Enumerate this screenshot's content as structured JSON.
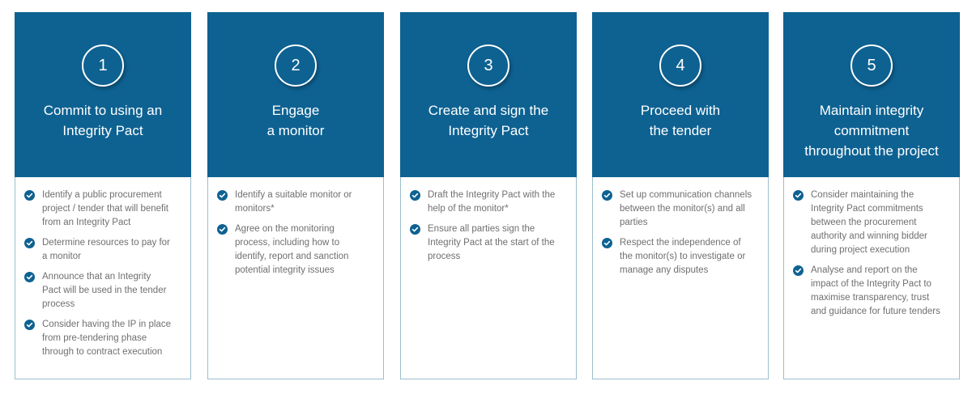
{
  "colors": {
    "header_bg": "#0e6292",
    "border": "#9dbfcc",
    "body_text": "#6f6f6f",
    "check_icon": "#0e6292"
  },
  "steps": [
    {
      "number": "1",
      "title_lines": [
        "Commit to using an",
        "Integrity Pact"
      ],
      "items": [
        {
          "icon": "check-circle-icon",
          "lines": [
            "Identify a public procurement",
            "project / tender that will benefit",
            "from an Integrity Pact"
          ]
        },
        {
          "icon": "check-circle-icon",
          "lines": [
            "Determine resources to pay for",
            "a monitor"
          ]
        },
        {
          "icon": "check-circle-icon",
          "lines": [
            "Announce that an Integrity",
            "Pact will be used in the tender",
            "process"
          ]
        },
        {
          "icon": "check-circle-icon",
          "lines": [
            "Consider having the IP in place",
            "from pre-tendering phase",
            "through to contract execution"
          ]
        }
      ]
    },
    {
      "number": "2",
      "title_lines": [
        "Engage",
        "a monitor"
      ],
      "items": [
        {
          "icon": "check-circle-icon",
          "lines": [
            "Identify a suitable monitor or",
            "monitors*"
          ]
        },
        {
          "icon": "check-circle-icon",
          "lines": [
            "Agree on the monitoring",
            "process, including how to",
            "identify, report and sanction",
            "potential integrity issues"
          ]
        }
      ]
    },
    {
      "number": "3",
      "title_lines": [
        "Create and sign the",
        "Integrity Pact"
      ],
      "items": [
        {
          "icon": "check-circle-icon",
          "lines": [
            "Draft the Integrity Pact with the",
            "help of the monitor*"
          ]
        },
        {
          "icon": "check-circle-icon",
          "lines": [
            "Ensure all parties sign the",
            "Integrity Pact at the start of the",
            "process"
          ]
        }
      ]
    },
    {
      "number": "4",
      "title_lines": [
        "Proceed with",
        "the tender"
      ],
      "items": [
        {
          "icon": "check-circle-icon",
          "lines": [
            "Set up communication channels",
            "between the monitor(s) and all",
            "parties"
          ]
        },
        {
          "icon": "check-circle-icon",
          "lines": [
            "Respect the independence of",
            "the monitor(s) to investigate or",
            "manage any disputes"
          ]
        }
      ]
    },
    {
      "number": "5",
      "title_lines": [
        "Maintain integrity",
        "commitment",
        "throughout the project"
      ],
      "items": [
        {
          "icon": "check-circle-icon",
          "lines": [
            "Consider maintaining the",
            "Integrity Pact commitments",
            "between the procurement",
            "authority and winning bidder",
            "during project execution"
          ]
        },
        {
          "icon": "check-circle-icon",
          "lines": [
            "Analyse and report on the",
            "impact of the Integrity Pact to",
            "maximise transparency, trust",
            "and guidance for future tenders"
          ]
        }
      ]
    }
  ]
}
